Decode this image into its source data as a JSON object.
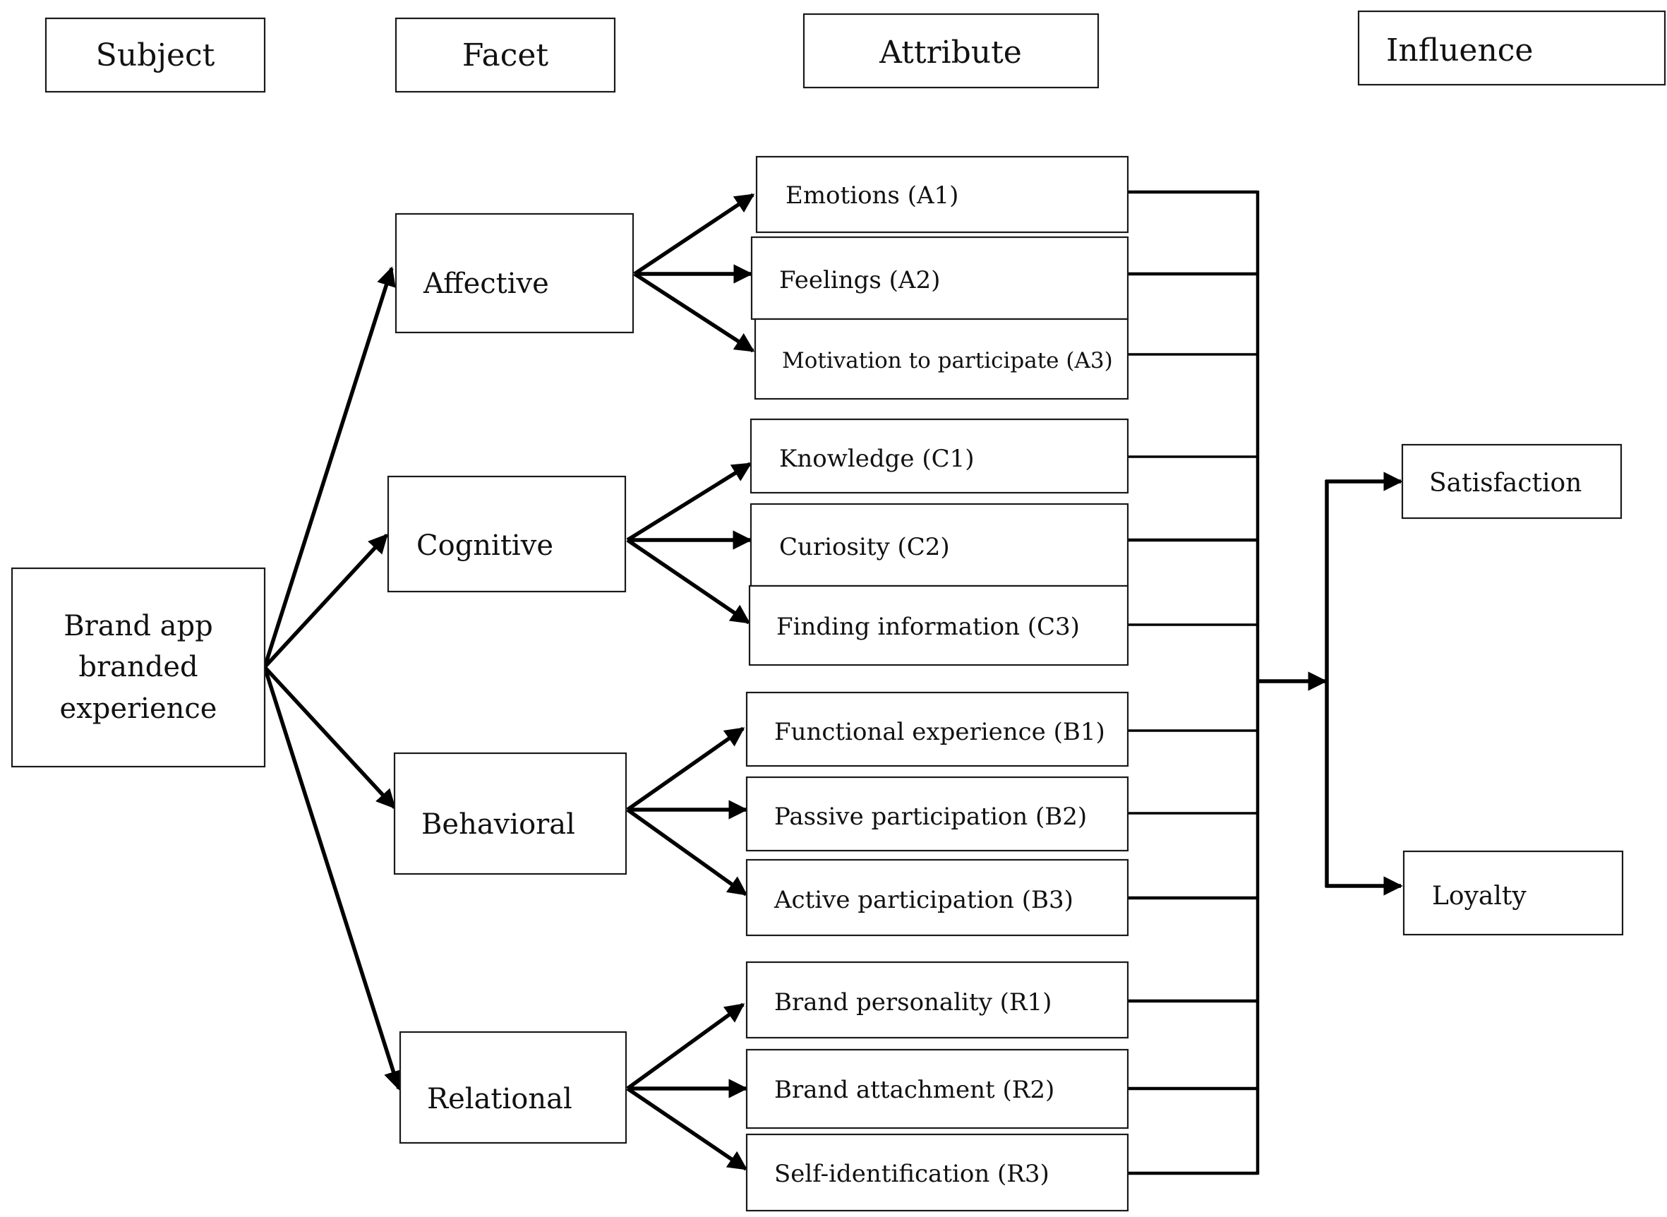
{
  "headers": {
    "subject": "Subject",
    "facet": "Facet",
    "attribute": "Attribute",
    "influence": "Influence"
  },
  "subject": {
    "line1": "Brand app",
    "line2": "branded",
    "line3": "experience"
  },
  "facets": {
    "affective": "Affective",
    "cognitive": "Cognitive",
    "behavioral": "Behavioral",
    "relational": "Relational"
  },
  "attributes": {
    "a1": "Emotions (A1)",
    "a2": "Feelings (A2)",
    "a3": "Motivation to participate (A3)",
    "c1": "Knowledge (C1)",
    "c2": "Curiosity (C2)",
    "c3": "Finding information (C3)",
    "b1": "Functional experience (B1)",
    "b2": "Passive participation (B2)",
    "b3": "Active participation (B3)",
    "r1": "Brand personality (R1)",
    "r2": "Brand attachment (R2)",
    "r3": "Self-identification (R3)"
  },
  "influences": {
    "satisfaction": "Satisfaction",
    "loyalty": "Loyalty"
  }
}
